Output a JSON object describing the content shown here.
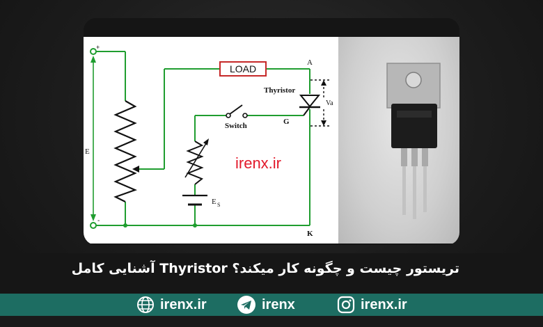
{
  "diagram": {
    "labels": {
      "load": "LOAD",
      "thyristor": "Thyristor",
      "switch": "Switch",
      "anode": "A",
      "gate": "G",
      "cathode": "K",
      "va": "Va",
      "e": "E",
      "es": "E",
      "es_sub": "S",
      "plus": "+",
      "minus": "-"
    }
  },
  "watermark": "irenx.ir",
  "title": "تریستور چیست و چگونه کار میکند؟ Thyristor آشنایی کامل",
  "footer": {
    "website": "irenx.ir",
    "telegram": "irenx",
    "instagram": "irenx.ir"
  },
  "colors": {
    "wire": "#1f9d2f",
    "accent_red": "#e2192b",
    "footer_bg": "#1d6d62"
  }
}
